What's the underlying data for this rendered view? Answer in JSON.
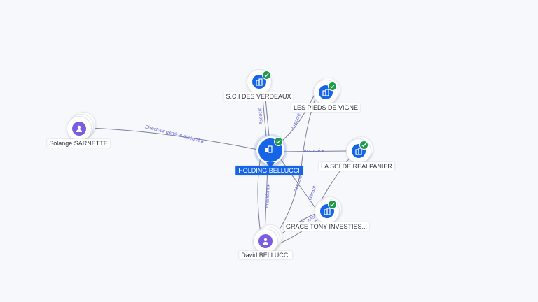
{
  "nodes": {
    "center": {
      "label": "HOLDING BELLUCCI",
      "icon": "building-icon",
      "verified": true,
      "color": "#1565e6"
    },
    "sci_verdeaux": {
      "label": "S.C.I DES VERDEAUX",
      "icon": "building-icon",
      "verified": true
    },
    "pieds_vigne": {
      "label": "LES PIEDS DE VIGNE",
      "icon": "building-icon",
      "verified": true
    },
    "realpanier": {
      "label": "LA SCI DE REALPANIER",
      "icon": "building-icon",
      "verified": true
    },
    "grace_tony": {
      "label": "GRACE TONY INVESTISS...",
      "icon": "building-icon",
      "verified": true
    },
    "solange": {
      "label": "Solange SARNETTE",
      "icon": "person-icon"
    },
    "david": {
      "label": "David BELLUCCI",
      "icon": "person-icon"
    }
  },
  "edges": {
    "solange_center": "Directeur général délégué",
    "center_verdeaux": "Associé",
    "center_pieds": "Associé",
    "center_realpanier": "Associé",
    "david_center": "Président",
    "center_grace": "Associé",
    "realpanier_grace": "Gérant",
    "david_grace_1": "Gérant",
    "david_grace_2": "Associé"
  },
  "colors": {
    "company": "#1565e6",
    "person": "#7b5ce0",
    "verified": "#1e9a4b",
    "edge": "#7c7f9a",
    "edge_label": "#6a6fd6"
  }
}
